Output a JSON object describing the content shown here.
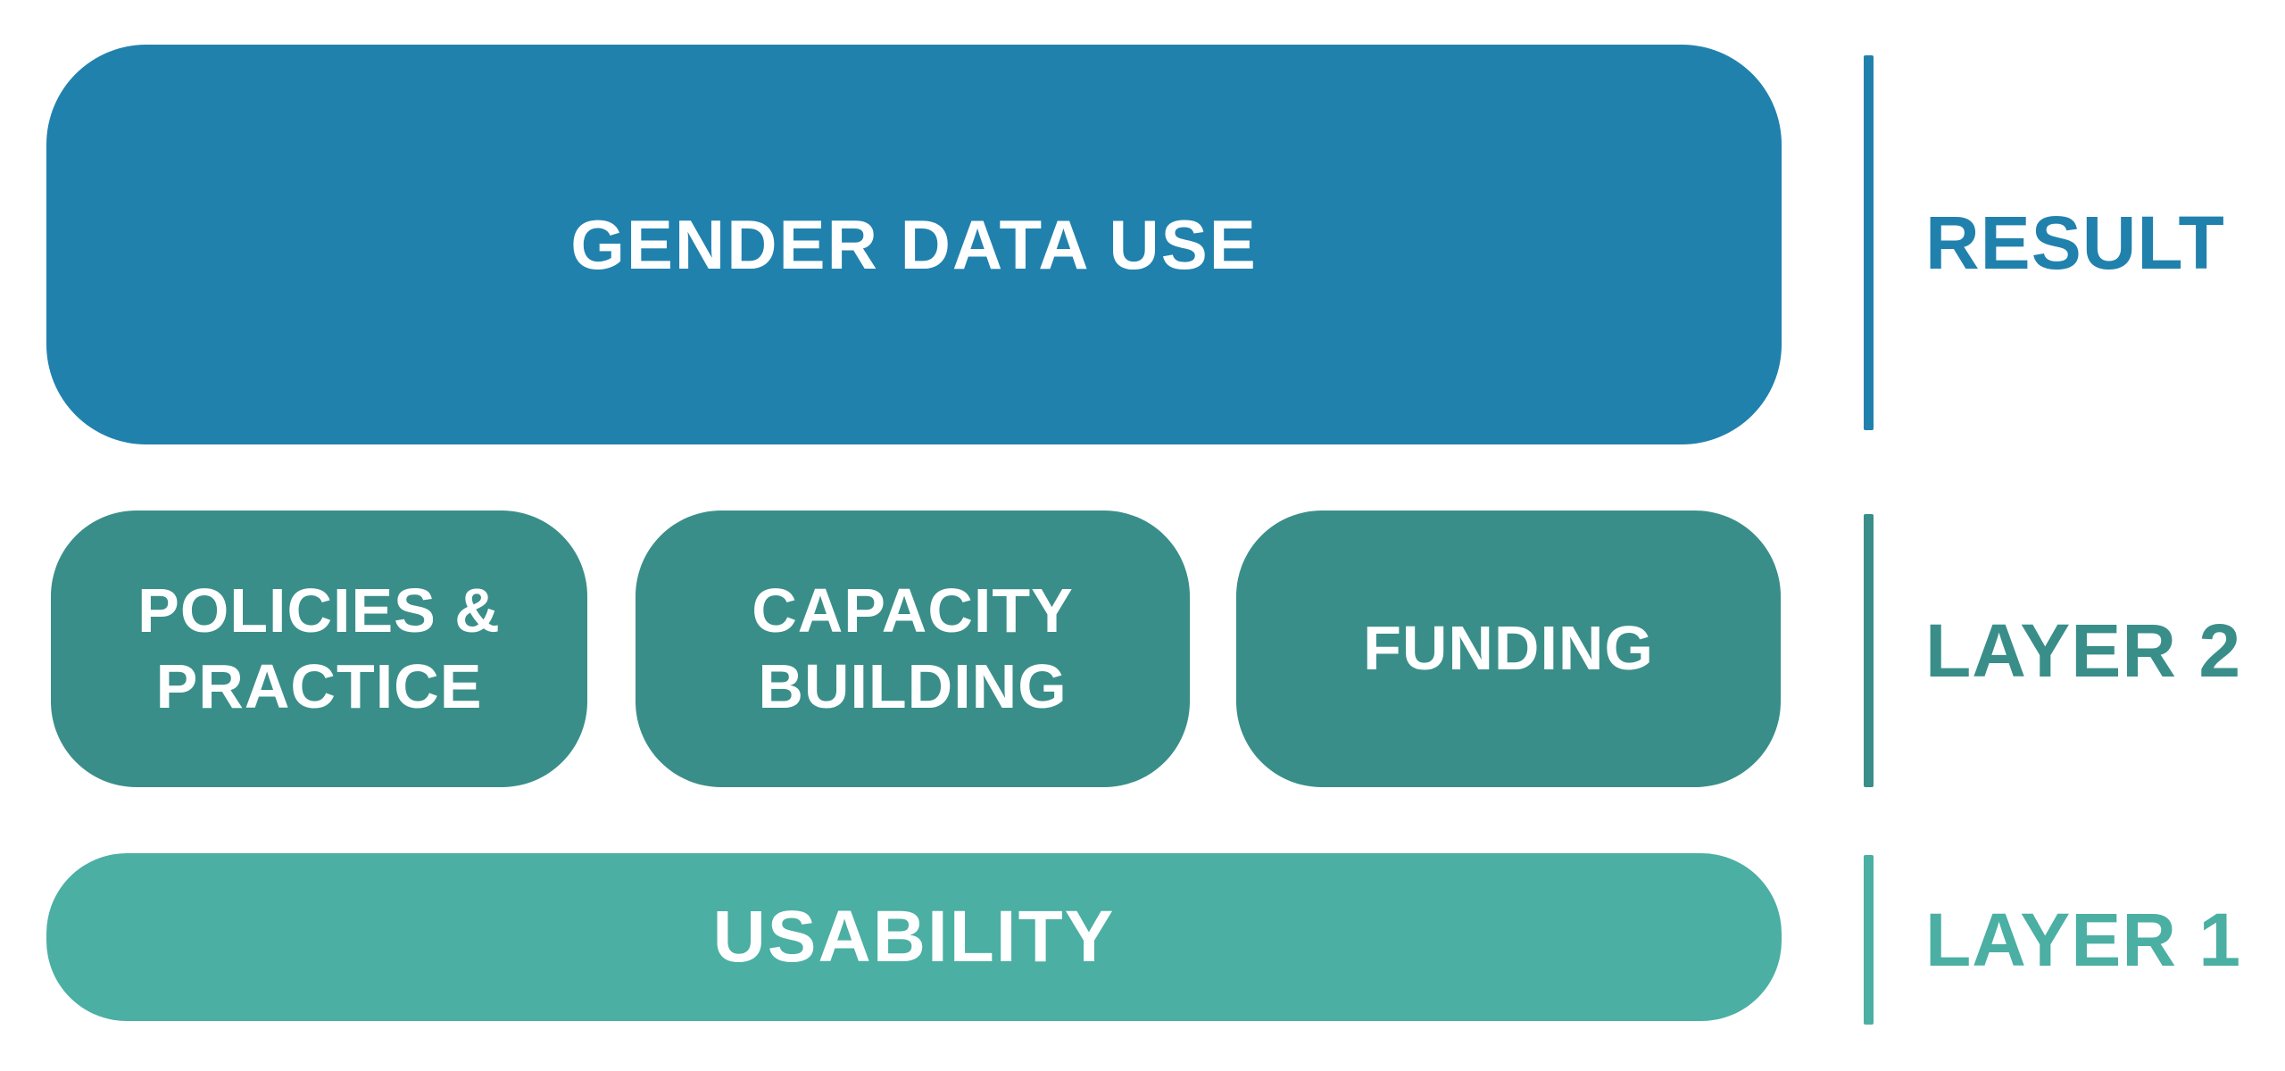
{
  "diagram": {
    "background_color": "#FFFFFF",
    "box_text_color": "#FFFFFF",
    "rows": [
      {
        "label": "RESULT",
        "color": "#2181AD",
        "boxes": [
          {
            "text": "GENDER DATA USE"
          }
        ]
      },
      {
        "label": "LAYER 2",
        "color": "#3A8E89",
        "boxes": [
          {
            "text": "POLICIES & PRACTICE"
          },
          {
            "text": "CAPACITY BUILDING"
          },
          {
            "text": "FUNDING"
          }
        ]
      },
      {
        "label": "LAYER 1",
        "color": "#4BAFA3",
        "boxes": [
          {
            "text": "USABILITY"
          }
        ]
      }
    ]
  }
}
